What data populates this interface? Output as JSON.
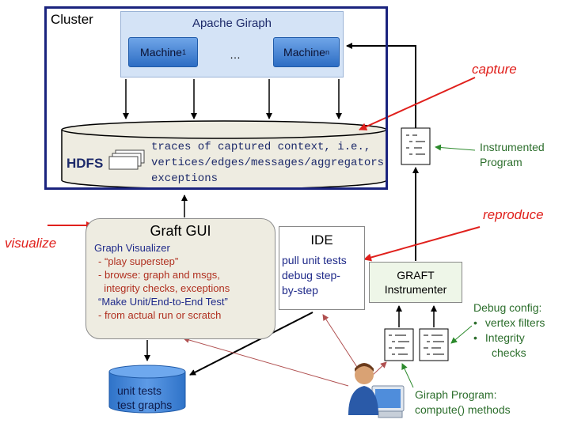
{
  "cluster": {
    "label": "Cluster",
    "giraph_title": "Apache Giraph",
    "machine_1": "Machine",
    "machine_1_sub": "1",
    "ellipsis": "…",
    "machine_n": "Machine",
    "machine_n_sub": "n"
  },
  "hdfs": {
    "label": "HDFS",
    "lines": [
      "traces of captured context, i.e.,",
      "vertices/edges/messages/aggregators",
      "exceptions"
    ]
  },
  "graft_gui": {
    "title": "Graft GUI",
    "visualizer": "Graph Visualizer",
    "items": [
      "- “play superstep”",
      "- browse: graph and msgs,",
      "  integrity checks, exceptions"
    ],
    "make_test": "“Make Unit/End-to-End Test”",
    "from_run": "- from actual run or scratch"
  },
  "ide": {
    "title": "IDE",
    "lines": [
      "pull unit tests",
      "debug step-",
      "by-step"
    ]
  },
  "instrumenter": {
    "line1": "GRAFT",
    "line2": "Instrumenter"
  },
  "labels": {
    "capture": "capture",
    "reproduce": "reproduce",
    "visualize": "visualize",
    "instrumented_1": "Instrumented",
    "instrumented_2": "Program",
    "debug_config": "Debug config:",
    "vertex_filters": "vertex filters",
    "integrity_1": "Integrity",
    "integrity_2": "checks",
    "bullet": "•",
    "giraph_program_1": "Giraph Program:",
    "giraph_program_2": "compute() methods"
  },
  "unit_db": {
    "line1": "unit tests",
    "line2": "test graphs"
  },
  "colors": {
    "annotation_red": "#e0201c",
    "dark_navy": "#1a237e",
    "note_green": "#2c6e2c"
  }
}
